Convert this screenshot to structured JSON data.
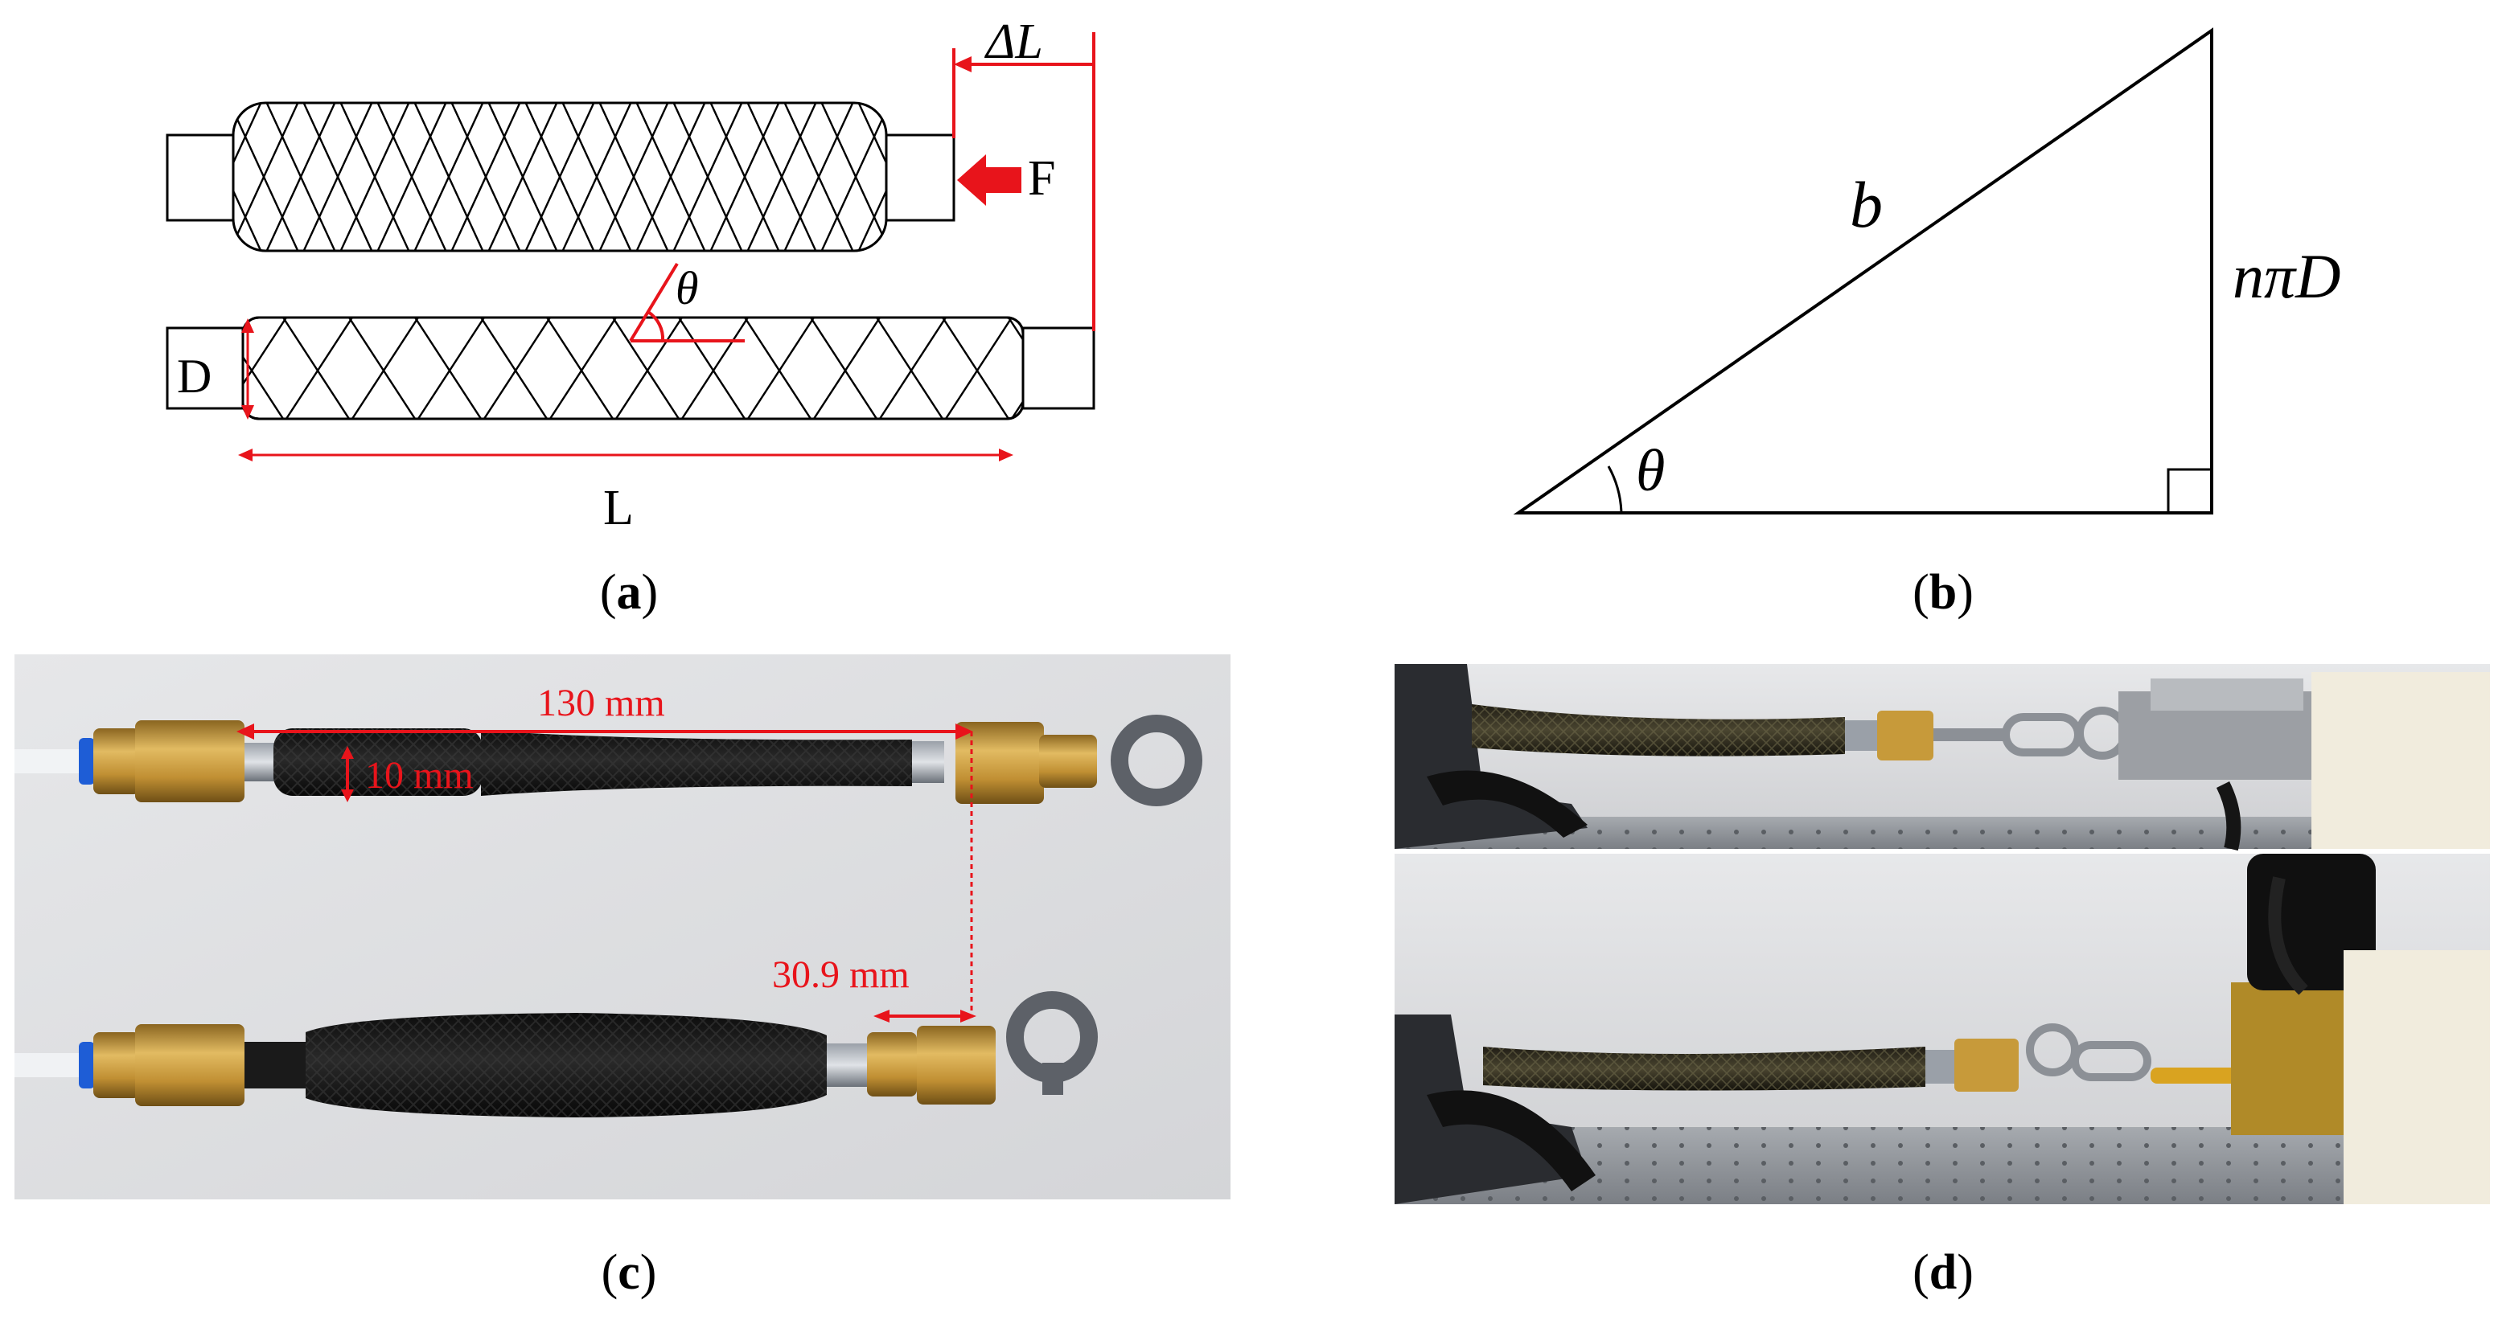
{
  "panels": {
    "a": {
      "caption_open": "(",
      "caption_letter": "a",
      "caption_close": ")",
      "label_delta_l": "ΔL",
      "label_f": "F",
      "label_theta": "θ",
      "label_d": "D",
      "label_l": "L"
    },
    "b": {
      "caption_open": "(",
      "caption_letter": "b",
      "caption_close": ")",
      "label_hyp": "b",
      "label_vertical": "nπD",
      "label_theta": "θ"
    },
    "c": {
      "caption_open": "(",
      "caption_letter": "c",
      "caption_close": ")",
      "label_length": "130 mm",
      "label_diameter": "10 mm",
      "label_contraction": "30.9 mm"
    },
    "d": {
      "caption_open": "(",
      "caption_letter": "d",
      "caption_close": ")"
    }
  },
  "colors": {
    "annotation_red": "#e8141b",
    "line_black": "#000000",
    "photo_bg_c": "#dedfe1",
    "sleeve_black": "#141414",
    "brass": "#c79a3a"
  }
}
